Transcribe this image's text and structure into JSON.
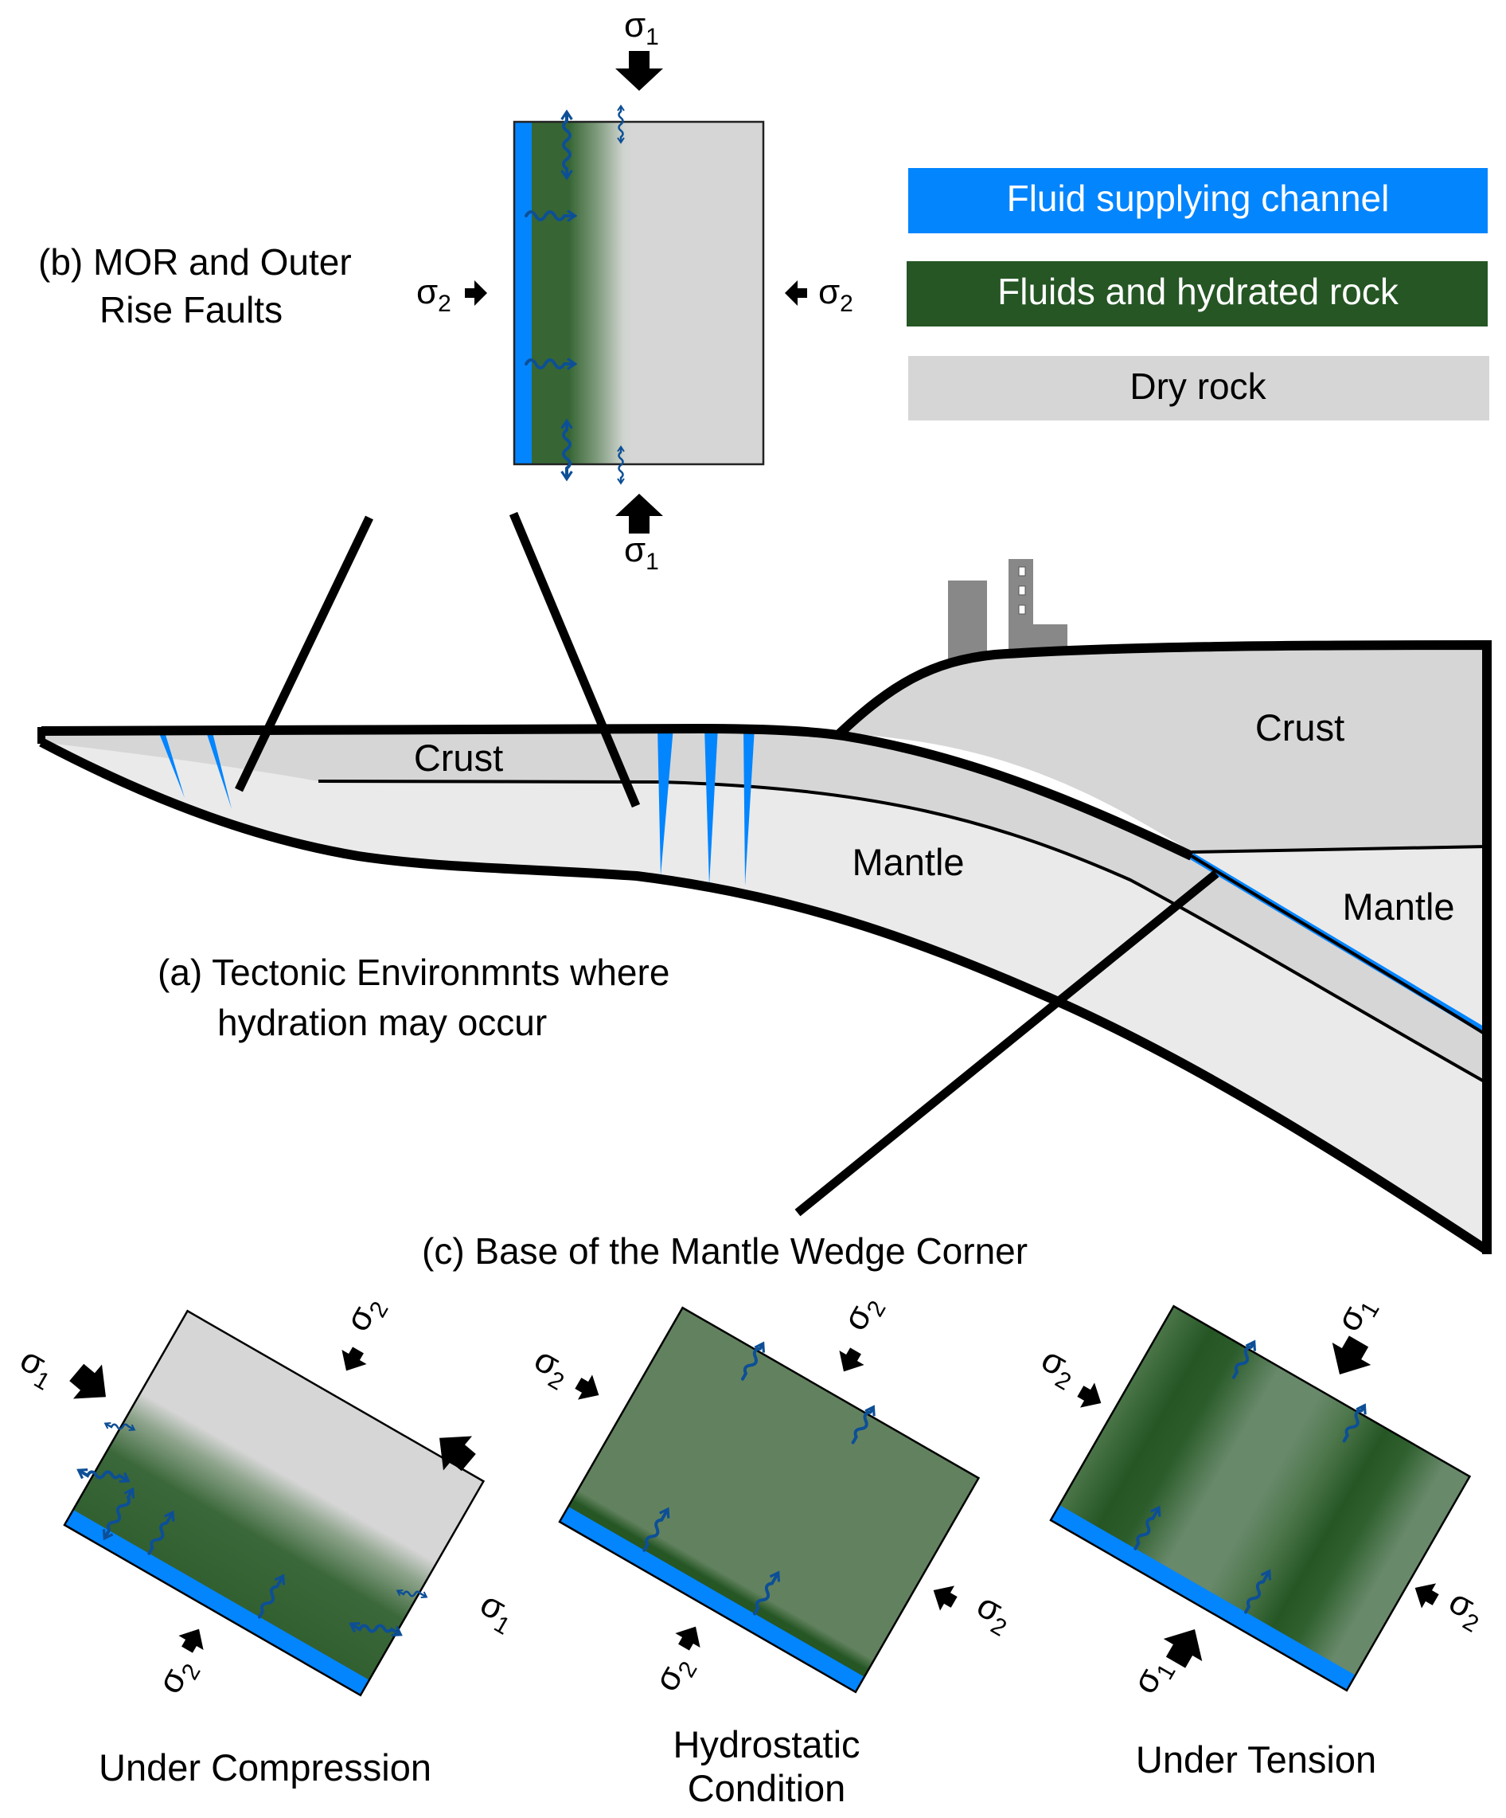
{
  "figure": {
    "panel_a": {
      "label_line1": "(a) Tectonic Environmnts where",
      "label_line2": "hydration may occur",
      "layers": {
        "oceanic_crust": "Crust",
        "oceanic_mantle": "Mantle",
        "overriding_crust": "Crust",
        "overriding_mantle": "Mantle"
      }
    },
    "panel_b": {
      "label_line1": "(b) MOR and Outer",
      "label_line2": "Rise Faults",
      "stress_top": {
        "symbol": "σ",
        "sub": "1"
      },
      "stress_bottom": {
        "symbol": "σ",
        "sub": "1"
      },
      "stress_left": {
        "symbol": "σ",
        "sub": "2"
      },
      "stress_right": {
        "symbol": "σ",
        "sub": "2"
      }
    },
    "panel_c": {
      "label": "(c) Base of the Mantle Wedge Corner",
      "subpanels": [
        {
          "caption": "Under Compression",
          "stresses": [
            {
              "symbol": "σ",
              "sub": "1"
            },
            {
              "symbol": "σ",
              "sub": "2"
            },
            {
              "symbol": "σ",
              "sub": "1"
            },
            {
              "symbol": "σ",
              "sub": "2"
            }
          ]
        },
        {
          "caption_line1": "Hydrostatic",
          "caption_line2": "Condition",
          "stresses": [
            {
              "symbol": "σ",
              "sub": "2"
            },
            {
              "symbol": "σ",
              "sub": "2"
            },
            {
              "symbol": "σ",
              "sub": "2"
            },
            {
              "symbol": "σ",
              "sub": "2"
            }
          ]
        },
        {
          "caption": "Under Tension",
          "stresses": [
            {
              "symbol": "σ",
              "sub": "2"
            },
            {
              "symbol": "σ",
              "sub": "1"
            },
            {
              "symbol": "σ",
              "sub": "2"
            },
            {
              "symbol": "σ",
              "sub": "1"
            }
          ]
        }
      ]
    },
    "legend": [
      {
        "label": "Fluid supplying channel",
        "color": "#0385fe",
        "text_color": "#ffffff"
      },
      {
        "label": "Fluids and hydrated rock",
        "color": "#255624",
        "text_color": "#ffffff"
      },
      {
        "label": "Dry rock",
        "color": "#d6d6d6",
        "text_color": "#000000"
      }
    ],
    "colors": {
      "fluid_channel": "#0385fe",
      "hydrated": "#255624",
      "hydrated_light": "#62825f",
      "dry_rock": "#d6d6d6",
      "mantle": "#eaeaea",
      "building": "#888888",
      "flow_arrow": "#0d4f96"
    }
  }
}
